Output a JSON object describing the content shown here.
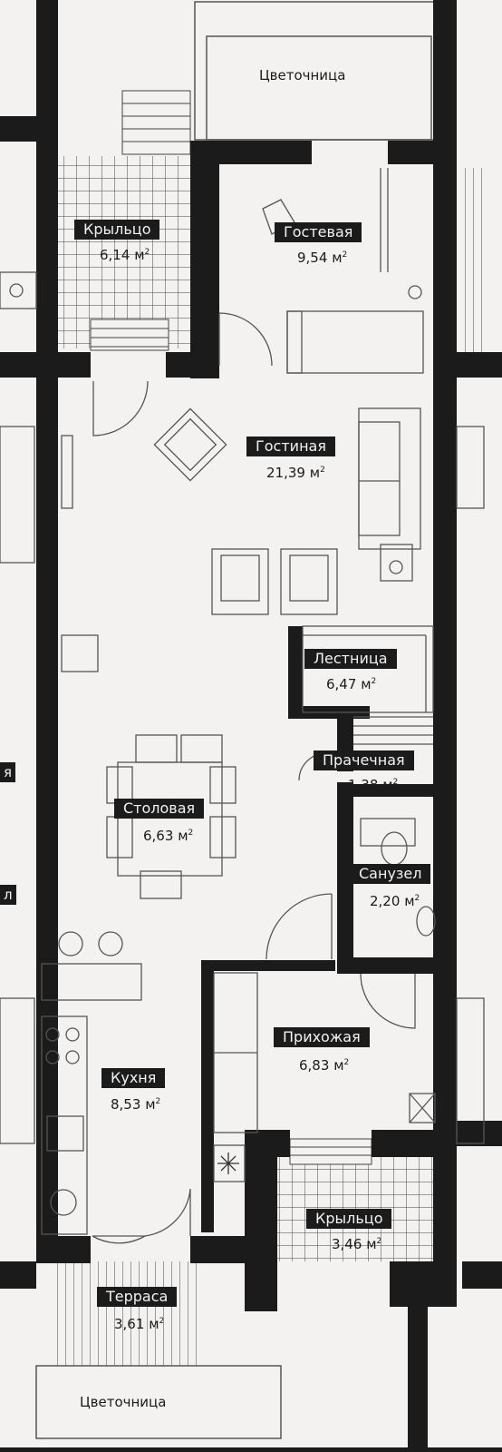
{
  "area_unit": "м",
  "area_unit_power": "2",
  "rooms": [
    {
      "id": "flowerbed-top",
      "name": "Цветочница",
      "area": ""
    },
    {
      "id": "porch-top",
      "name": "Крыльцо",
      "area": "6,14"
    },
    {
      "id": "guest",
      "name": "Гостевая",
      "area": "9,54"
    },
    {
      "id": "living",
      "name": "Гостиная",
      "area": "21,39"
    },
    {
      "id": "stairs",
      "name": "Лестница",
      "area": "6,47"
    },
    {
      "id": "laundry",
      "name": "Прачечная",
      "area": "1,38"
    },
    {
      "id": "dining",
      "name": "Столовая",
      "area": "6,63"
    },
    {
      "id": "bathroom",
      "name": "Санузел",
      "area": "2,20"
    },
    {
      "id": "hall",
      "name": "Прихожая",
      "area": "6,83"
    },
    {
      "id": "kitchen",
      "name": "Кухня",
      "area": "8,53"
    },
    {
      "id": "porch-bottom",
      "name": "Крыльцо",
      "area": "3,46"
    },
    {
      "id": "terrace",
      "name": "Терраса",
      "area": "3,61"
    },
    {
      "id": "flowerbed-bottom",
      "name": "Цветочница",
      "area": ""
    }
  ],
  "edge_fragments": {
    "left_a": "я",
    "left_b": "л"
  },
  "colors": {
    "wall": "#1b1b1b",
    "line": "#555555",
    "paper": "#f3f2f0",
    "label_bg": "#1b1b1b",
    "label_text": "#f2f2f2"
  }
}
